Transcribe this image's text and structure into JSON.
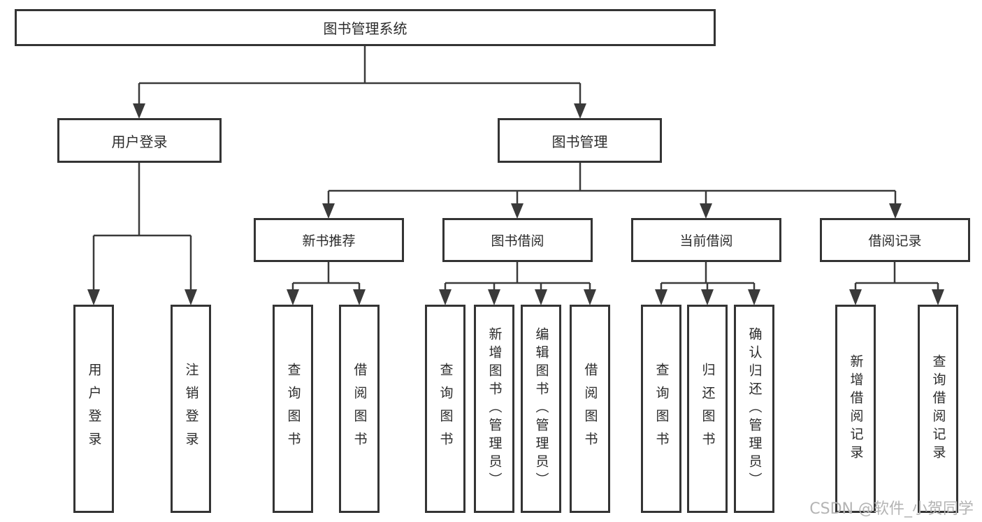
{
  "diagram": {
    "title": "图书管理系统",
    "root": {
      "label": "图书管理系统"
    },
    "branches": [
      {
        "label": "用户登录",
        "children": [
          {
            "label": "用户登录"
          },
          {
            "label": "注销登录"
          }
        ]
      },
      {
        "label": "图书管理",
        "children": [
          {
            "label": "新书推荐",
            "children": [
              {
                "label": "查询图书"
              },
              {
                "label": "借阅图书"
              }
            ]
          },
          {
            "label": "图书借阅",
            "children": [
              {
                "label": "查询图书"
              },
              {
                "label": "新增图书（管理员）"
              },
              {
                "label": "编辑图书（管理员）"
              },
              {
                "label": "借阅图书"
              }
            ]
          },
          {
            "label": "当前借阅",
            "children": [
              {
                "label": "查询图书"
              },
              {
                "label": "归还图书"
              },
              {
                "label": "确认归还（管理员）"
              }
            ]
          },
          {
            "label": "借阅记录",
            "children": [
              {
                "label": "新增借阅记录"
              },
              {
                "label": "查询借阅记录"
              }
            ]
          }
        ]
      }
    ],
    "watermark": "CSDN @软件_小贺同学",
    "colors": {
      "background": "#ffffff",
      "box_border": "#343434",
      "connector_line": "#3a3a3a",
      "text": "#2b2b2b",
      "watermark_text": "#b4b4b4"
    }
  }
}
